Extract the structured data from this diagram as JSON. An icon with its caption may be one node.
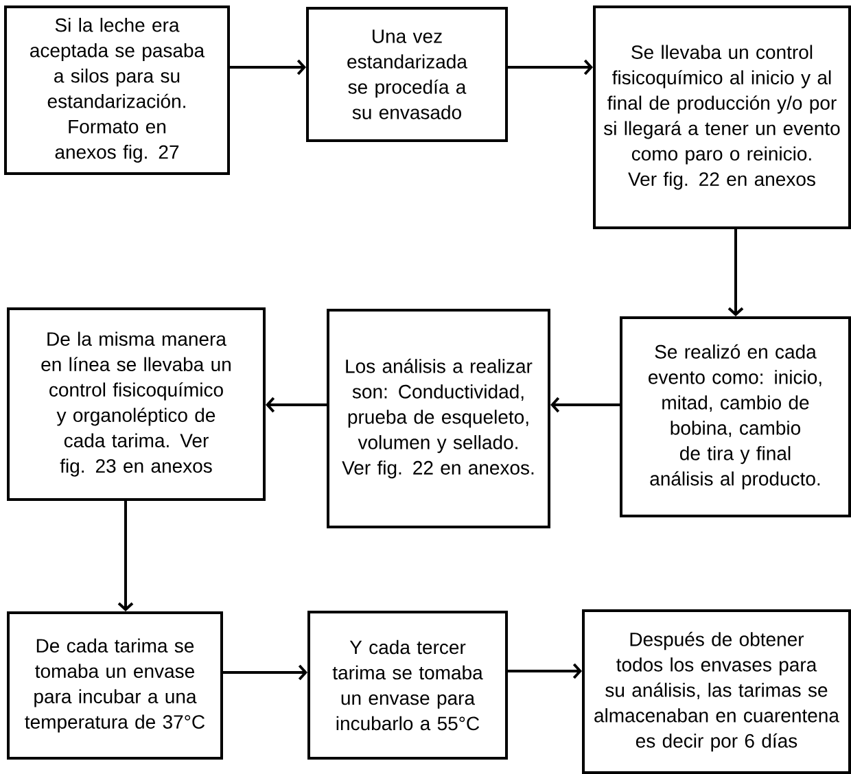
{
  "diagram": {
    "nodes": [
      {
        "text": [
          "Si la leche era aceptada se pasaba a silos para su estandarización. Formato en anexos fig. 27"
        ]
      },
      {
        "text": [
          "Una vez estandarizada se procedía a su envasado"
        ]
      },
      {
        "text": [
          "Se llevaba un control fisicoquímico al inicio y al final de producción y/o por si llegará a tener un evento como paro o reinicio. Ver fig. 22 en anexos"
        ]
      },
      {
        "text": [
          "Se realizó en cada evento como: inicio, mitad, cambio de bobina, cambio de tira y final análisis al producto."
        ]
      },
      {
        "text": [
          "Los análisis a realizar son: Conductividad, prueba de esqueleto, volumen y sellado. Ver fig. 22 en anexos."
        ]
      },
      {
        "text": [
          "De la misma manera en línea se llevaba un control fisicoquímico y organoléptico de cada tarima. Ver fig. 23 en anexos"
        ]
      },
      {
        "text": [
          "De cada tarima se tomaba un envase para incubar a una temperatura de 37°C"
        ]
      },
      {
        "text": [
          "Y cada tercer tarima se tomaba un envase para incubarlo a 55°C"
        ]
      },
      {
        "text": [
          "Después de obtener todos los envases para su análisis, las tarimas se almacenaban en cuarentena es decir por 6 días"
        ]
      }
    ],
    "edges": [
      {
        "from": 0,
        "to": 1,
        "arrow": "to"
      },
      {
        "from": 1,
        "to": 2,
        "arrow": "to"
      },
      {
        "from": 2,
        "to": 3,
        "arrow": "to"
      },
      {
        "from": 3,
        "to": 4,
        "arrow": "to"
      },
      {
        "from": 4,
        "to": 5,
        "arrow": "to"
      },
      {
        "from": 5,
        "to": 6,
        "arrow": "to"
      },
      {
        "from": 6,
        "to": 7,
        "arrow": "to"
      },
      {
        "from": 7,
        "to": 8,
        "arrow": "to"
      }
    ]
  }
}
